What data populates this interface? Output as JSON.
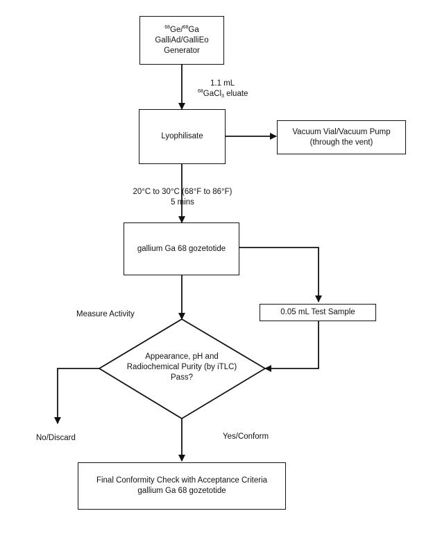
{
  "generator": {
    "line1": {
      "sup1": "68",
      "el1": "Ge/",
      "sup2": "68",
      "el2": "Ga"
    },
    "line2": "GalliAd/GalliEo",
    "line3": "Generator"
  },
  "eluate_label": {
    "line1": "1.1 mL",
    "line2": {
      "sup": "68",
      "pre": "GaCl",
      "sub": "3",
      "post": " eluate"
    }
  },
  "lyophilisate": "Lyophilisate",
  "vacuum": {
    "line1": "Vacuum Vial/Vacuum Pump",
    "line2": "(through the vent)"
  },
  "temp_label": {
    "line1": "20°C to 30°C (68°F to 86°F)",
    "line2": "5 mins"
  },
  "product": "gallium Ga 68 gozetotide",
  "test_sample": "0.05 mL Test Sample",
  "measure_activity": "Measure Activity",
  "decision": {
    "line1": "Appearance, pH and",
    "line2": "Radiochemical Purity (by iTLC)",
    "line3": "Pass?"
  },
  "no_label": "No/Discard",
  "yes_label": "Yes/Conform",
  "final": {
    "line1": "Final Conformity Check with Acceptance Criteria",
    "line2": "gallium Ga 68 gozetotide"
  }
}
